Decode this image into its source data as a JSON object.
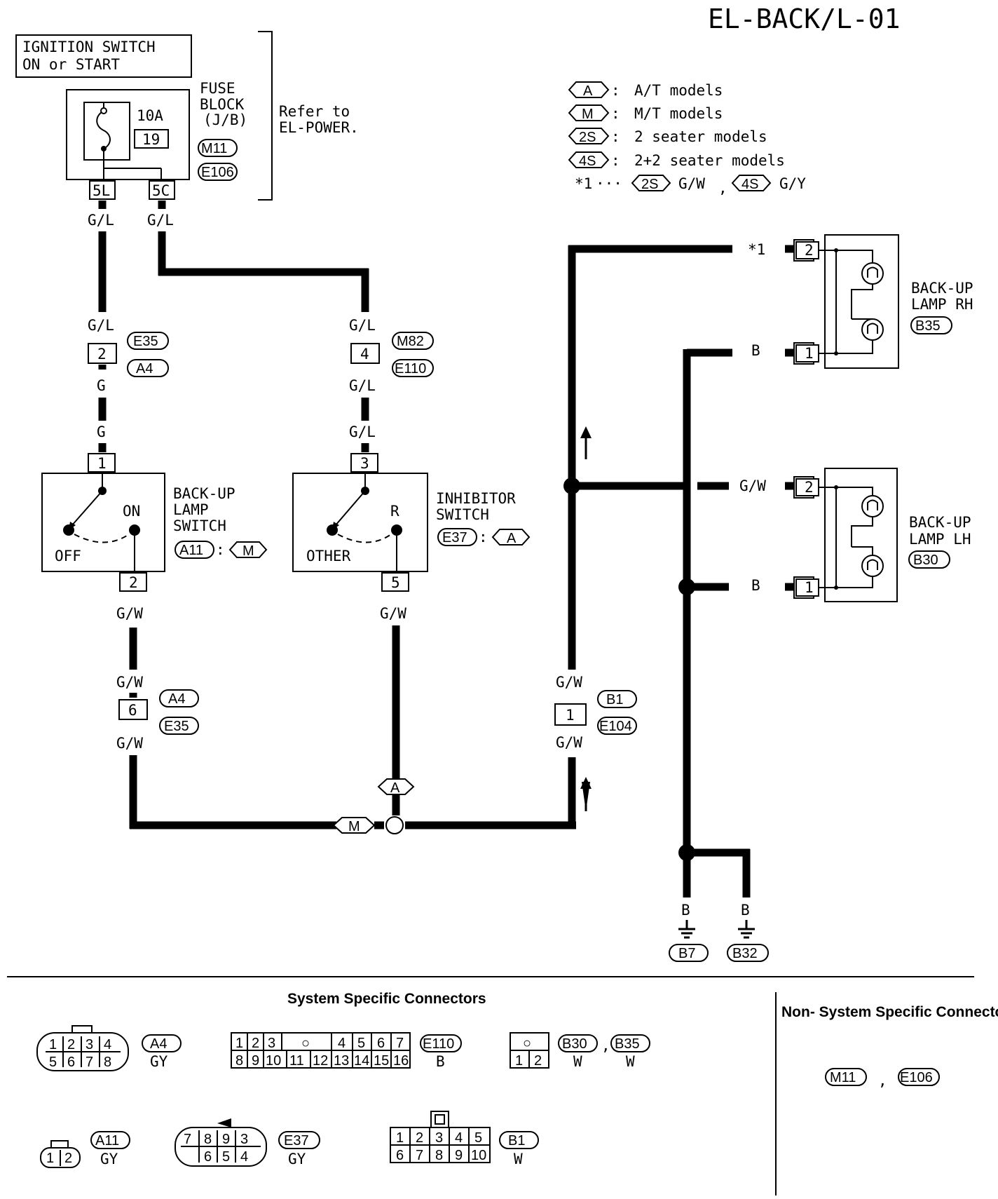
{
  "page_id": "EL-BACK/L-01",
  "ignition": {
    "line1": "IGNITION SWITCH",
    "line2": "ON or START"
  },
  "fuse_block": {
    "amp": "10A",
    "fuse_no": "19",
    "label1": "FUSE",
    "label2": "BLOCK",
    "label3": "(J/B)",
    "conn1": "M11",
    "conn2": "E106",
    "term_left": "5L",
    "term_right": "5C"
  },
  "refer": {
    "line1": "Refer to",
    "line2": "EL-POWER."
  },
  "legend": [
    {
      "sym": "A",
      "text": "A/T models"
    },
    {
      "sym": "M",
      "text": "M/T models"
    },
    {
      "sym": "2S",
      "text": "2 seater models"
    },
    {
      "sym": "4S",
      "text": "2+2 seater models"
    }
  ],
  "legend_note": {
    "star": "*1",
    "sym1": "2S",
    "color1": "G/W",
    "sym2": "4S",
    "color2": "G/Y"
  },
  "wires": {
    "gl": "G/L",
    "g": "G",
    "gw": "G/W",
    "b": "B",
    "star1": "*1"
  },
  "connectors": {
    "e35": "E35",
    "a4": "A4",
    "m82": "M82",
    "e110": "E110",
    "b1": "B1",
    "e104": "E104",
    "b7": "B7",
    "b32": "B32",
    "b35": "B35",
    "b30": "B30",
    "a11": "A11",
    "e37": "E37",
    "pin1": "1",
    "pin2": "2",
    "pin3": "3",
    "pin4": "4",
    "pin5": "5",
    "pin6": "6"
  },
  "backup_switch": {
    "line1": "BACK-UP",
    "line2": "LAMP",
    "line3": "SWITCH",
    "on": "ON",
    "off": "OFF",
    "conn": "A11",
    "sym": "M"
  },
  "inhibitor_switch": {
    "line1": "INHIBITOR",
    "line2": "SWITCH",
    "r": "R",
    "other": "OTHER",
    "conn": "E37",
    "sym": "A"
  },
  "lamp_rh": {
    "line1": "BACK-UP",
    "line2": "LAMP RH",
    "conn": "B35"
  },
  "lamp_lh": {
    "line1": "BACK-UP",
    "line2": "LAMP LH",
    "conn": "B30"
  },
  "sym_a": "A",
  "sym_m": "M",
  "footer": {
    "system_title": "System Specific Connectors",
    "nonsystem_title": "Non- System Specific Connectors",
    "a4": {
      "pins_top": [
        "1",
        "2",
        "3",
        "4"
      ],
      "pins_bottom": [
        "5",
        "6",
        "7",
        "8"
      ],
      "id": "A4",
      "color": "GY"
    },
    "e110": {
      "pins_top": [
        "1",
        "2",
        "3",
        "○",
        "4",
        "5",
        "6",
        "7"
      ],
      "pins_bottom": [
        "8",
        "9",
        "10",
        "11",
        "12",
        "13",
        "14",
        "15",
        "16"
      ],
      "id": "E110",
      "color": "B"
    },
    "b30b35": {
      "pin_top": "○",
      "pins_bottom": [
        "1",
        "2"
      ],
      "id1": "B30",
      "id2": "B35",
      "color1": "W",
      "color2": "W",
      "comma": ","
    },
    "a11": {
      "pins": [
        "1",
        "2"
      ],
      "id": "A11",
      "color": "GY"
    },
    "e37": {
      "pins_top": [
        "7",
        "8",
        "9",
        "3"
      ],
      "pins_bottom": [
        "6",
        "5",
        "4"
      ],
      "id": "E37",
      "color": "GY"
    },
    "b1": {
      "pins_top": [
        "1",
        "2",
        "3",
        "4",
        "5"
      ],
      "pins_bottom": [
        "6",
        "7",
        "8",
        "9",
        "10"
      ],
      "id": "B1",
      "color": "W"
    },
    "nonsys": {
      "id1": "M11",
      "id2": "E106",
      "comma": ","
    }
  }
}
